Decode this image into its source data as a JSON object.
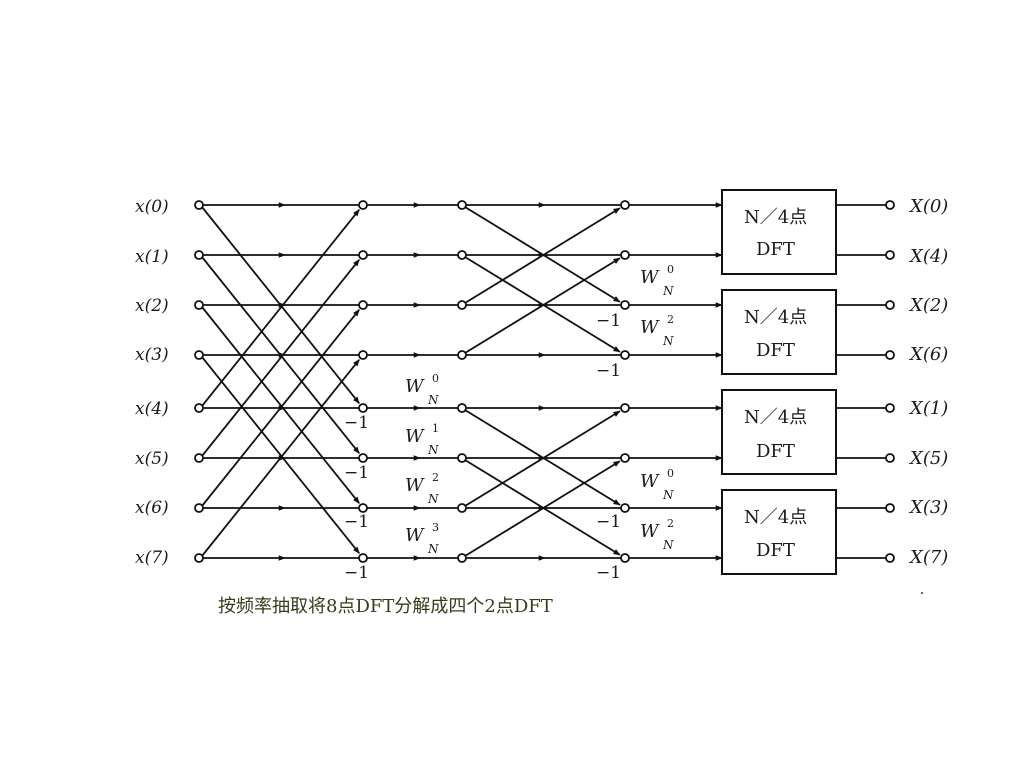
{
  "diagram": {
    "inputs": [
      "x(0)",
      "x(1)",
      "x(2)",
      "x(3)",
      "x(4)",
      "x(5)",
      "x(6)",
      "x(7)"
    ],
    "outputs": [
      "X(0)",
      "X(4)",
      "X(2)",
      "X(6)",
      "X(1)",
      "X(5)",
      "X(3)",
      "X(7)"
    ],
    "minus_one": "−1",
    "stage1_twiddles": [
      {
        "w": "W",
        "sub": "N",
        "sup": "0"
      },
      {
        "w": "W",
        "sub": "N",
        "sup": "1"
      },
      {
        "w": "W",
        "sub": "N",
        "sup": "2"
      },
      {
        "w": "W",
        "sub": "N",
        "sup": "3"
      }
    ],
    "stage2_twiddles": [
      {
        "w": "W",
        "sub": "N",
        "sup": "0"
      },
      {
        "w": "W",
        "sub": "N",
        "sup": "2"
      },
      {
        "w": "W",
        "sub": "N",
        "sup": "0"
      },
      {
        "w": "W",
        "sub": "N",
        "sup": "2"
      }
    ],
    "blocks": [
      {
        "line1": "N／4点",
        "line2": "DFT"
      },
      {
        "line1": "N／4点",
        "line2": "DFT"
      },
      {
        "line1": "N／4点",
        "line2": "DFT"
      },
      {
        "line1": "N／4点",
        "line2": "DFT"
      }
    ]
  },
  "caption": "按频率抽取将8点DFT分解成四个2点DFT"
}
